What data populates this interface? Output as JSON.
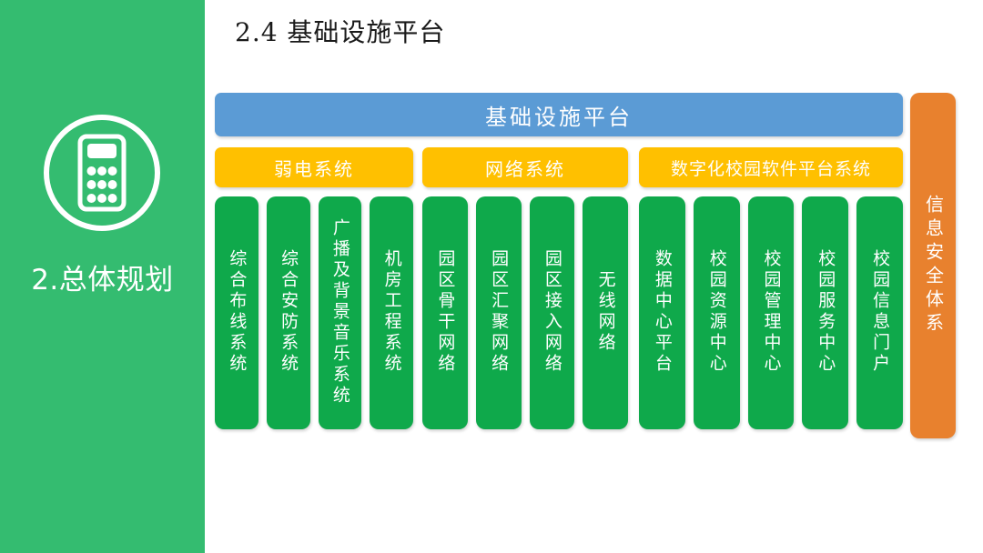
{
  "slide": {
    "title": "2.4 基础设施平台",
    "background": "#ffffff"
  },
  "sidebar": {
    "label": "2.总体规划",
    "icon": "calculator-icon",
    "background": "#34bc70",
    "text_color": "#ffffff"
  },
  "diagram": {
    "top_bar": {
      "label": "基础设施平台",
      "color": "#5b9bd5"
    },
    "category_color": "#ffc000",
    "column_color": "#0fa94b",
    "groups": [
      {
        "label": "弱电系统",
        "columns": [
          {
            "label": "综合布线系统"
          },
          {
            "label": "综合安防系统"
          },
          {
            "label": "广播及背景音乐系统"
          },
          {
            "label": "机房工程系统"
          }
        ]
      },
      {
        "label": "网络系统",
        "columns": [
          {
            "label": "园区骨干网络"
          },
          {
            "label": "园区汇聚网络"
          },
          {
            "label": "园区接入网络"
          },
          {
            "label": "无线网络"
          }
        ]
      },
      {
        "label": "数字化校园软件平台系统",
        "columns": [
          {
            "label": "数据中心平台"
          },
          {
            "label": "校园资源中心"
          },
          {
            "label": "校园管理中心"
          },
          {
            "label": "校园服务中心"
          },
          {
            "label": "校园信息门户"
          }
        ]
      }
    ],
    "side_column": {
      "label": "信息安全体系",
      "color": "#e8812e"
    }
  }
}
